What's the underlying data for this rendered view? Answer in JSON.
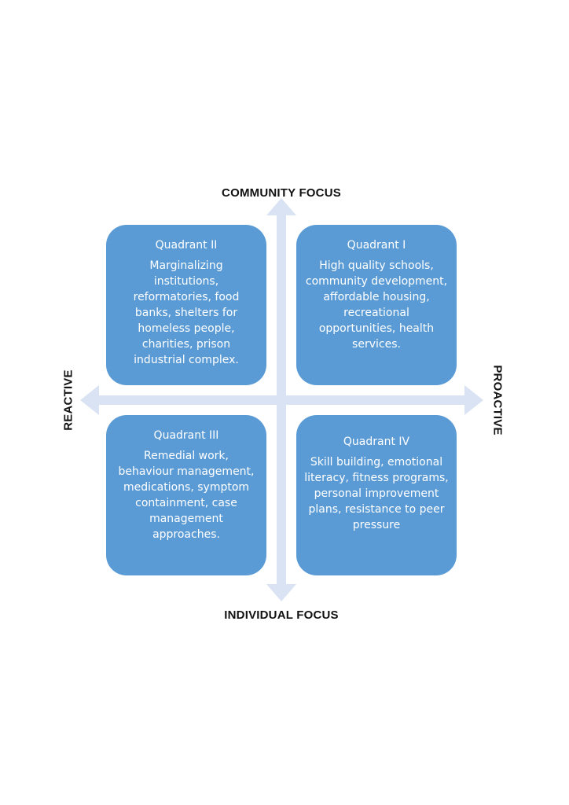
{
  "axes": {
    "top": "COMMUNITY FOCUS",
    "bottom": "INDIVIDUAL FOCUS",
    "left": "REACTIVE",
    "right": "PROACTIVE"
  },
  "quadrants": {
    "q1": {
      "title": "Quadrant I",
      "body": "High quality schools, community development, affordable housing, recreational opportunities, health services."
    },
    "q2": {
      "title": "Quadrant II",
      "body": "Marginalizing institutions, reformatories, food banks, shelters for homeless people, charities, prison industrial complex."
    },
    "q3": {
      "title": "Quadrant III",
      "body": "Remedial work, behaviour management, medications, symptom containment, case management approaches."
    },
    "q4": {
      "title": "Quadrant IV",
      "body": "Skill building, emotional literacy, fitness programs, personal improvement plans, resistance to peer pressure"
    }
  },
  "colors": {
    "box": "#5b9bd5",
    "arrow": "#dae3f3",
    "label": "#111111"
  }
}
